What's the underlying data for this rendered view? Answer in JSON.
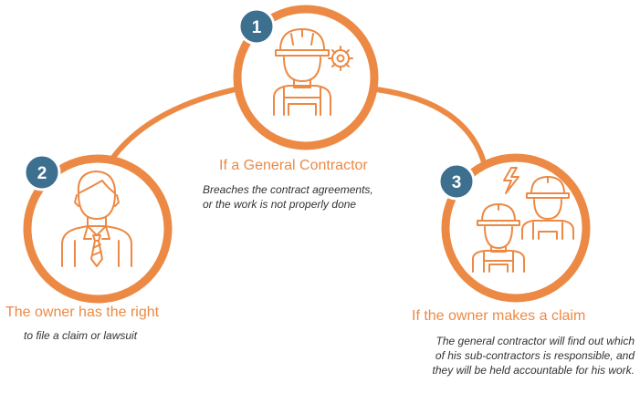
{
  "colors": {
    "accent": "#ec8a45",
    "badge": "#3d6f8f",
    "text": "#333333"
  },
  "steps": [
    {
      "number": "1",
      "icon": "construction-worker-with-gear-icon",
      "heading": "If a General Contractor",
      "lines": [
        "Breaches the contract agreements,",
        "or the work is not properly done"
      ]
    },
    {
      "number": "2",
      "icon": "businessman-owner-icon",
      "heading": "The owner has the right",
      "lines": [
        "to file a claim or lawsuit"
      ]
    },
    {
      "number": "3",
      "icon": "two-workers-with-lightning-icon",
      "heading": "If the owner makes a claim",
      "lines": [
        "The general contractor will find out which",
        "of his sub-contractors is responsible, and",
        "they will be held accountable for his work."
      ]
    }
  ]
}
